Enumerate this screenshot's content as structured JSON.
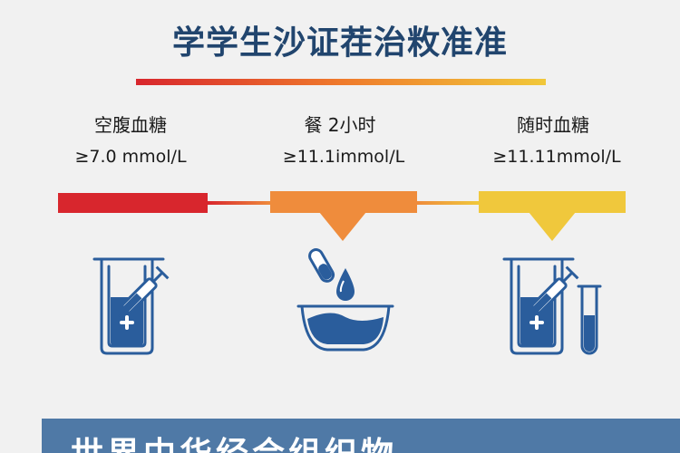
{
  "title": "学学生沙证茬治敉准准",
  "columns": [
    {
      "label": "空腹血糖",
      "value": "≥7.0 mmol/L",
      "color": "#d8262d",
      "icon": "beaker-syringe-icon"
    },
    {
      "label": "餐 2小时",
      "value": "≥11.1immol/L",
      "color": "#ef8c3c",
      "icon": "drip-bowl-icon"
    },
    {
      "label": "随时血糖",
      "value": "≥11.11mmol/L",
      "color": "#f0c83c",
      "icon": "beaker-testtube-icon"
    }
  ],
  "bottom_banner": "世界中华经合组织物",
  "colors": {
    "title": "#21456e",
    "icon_blue": "#2a5d9c",
    "background": "#f1f1f1",
    "banner": "#4f79a6"
  }
}
